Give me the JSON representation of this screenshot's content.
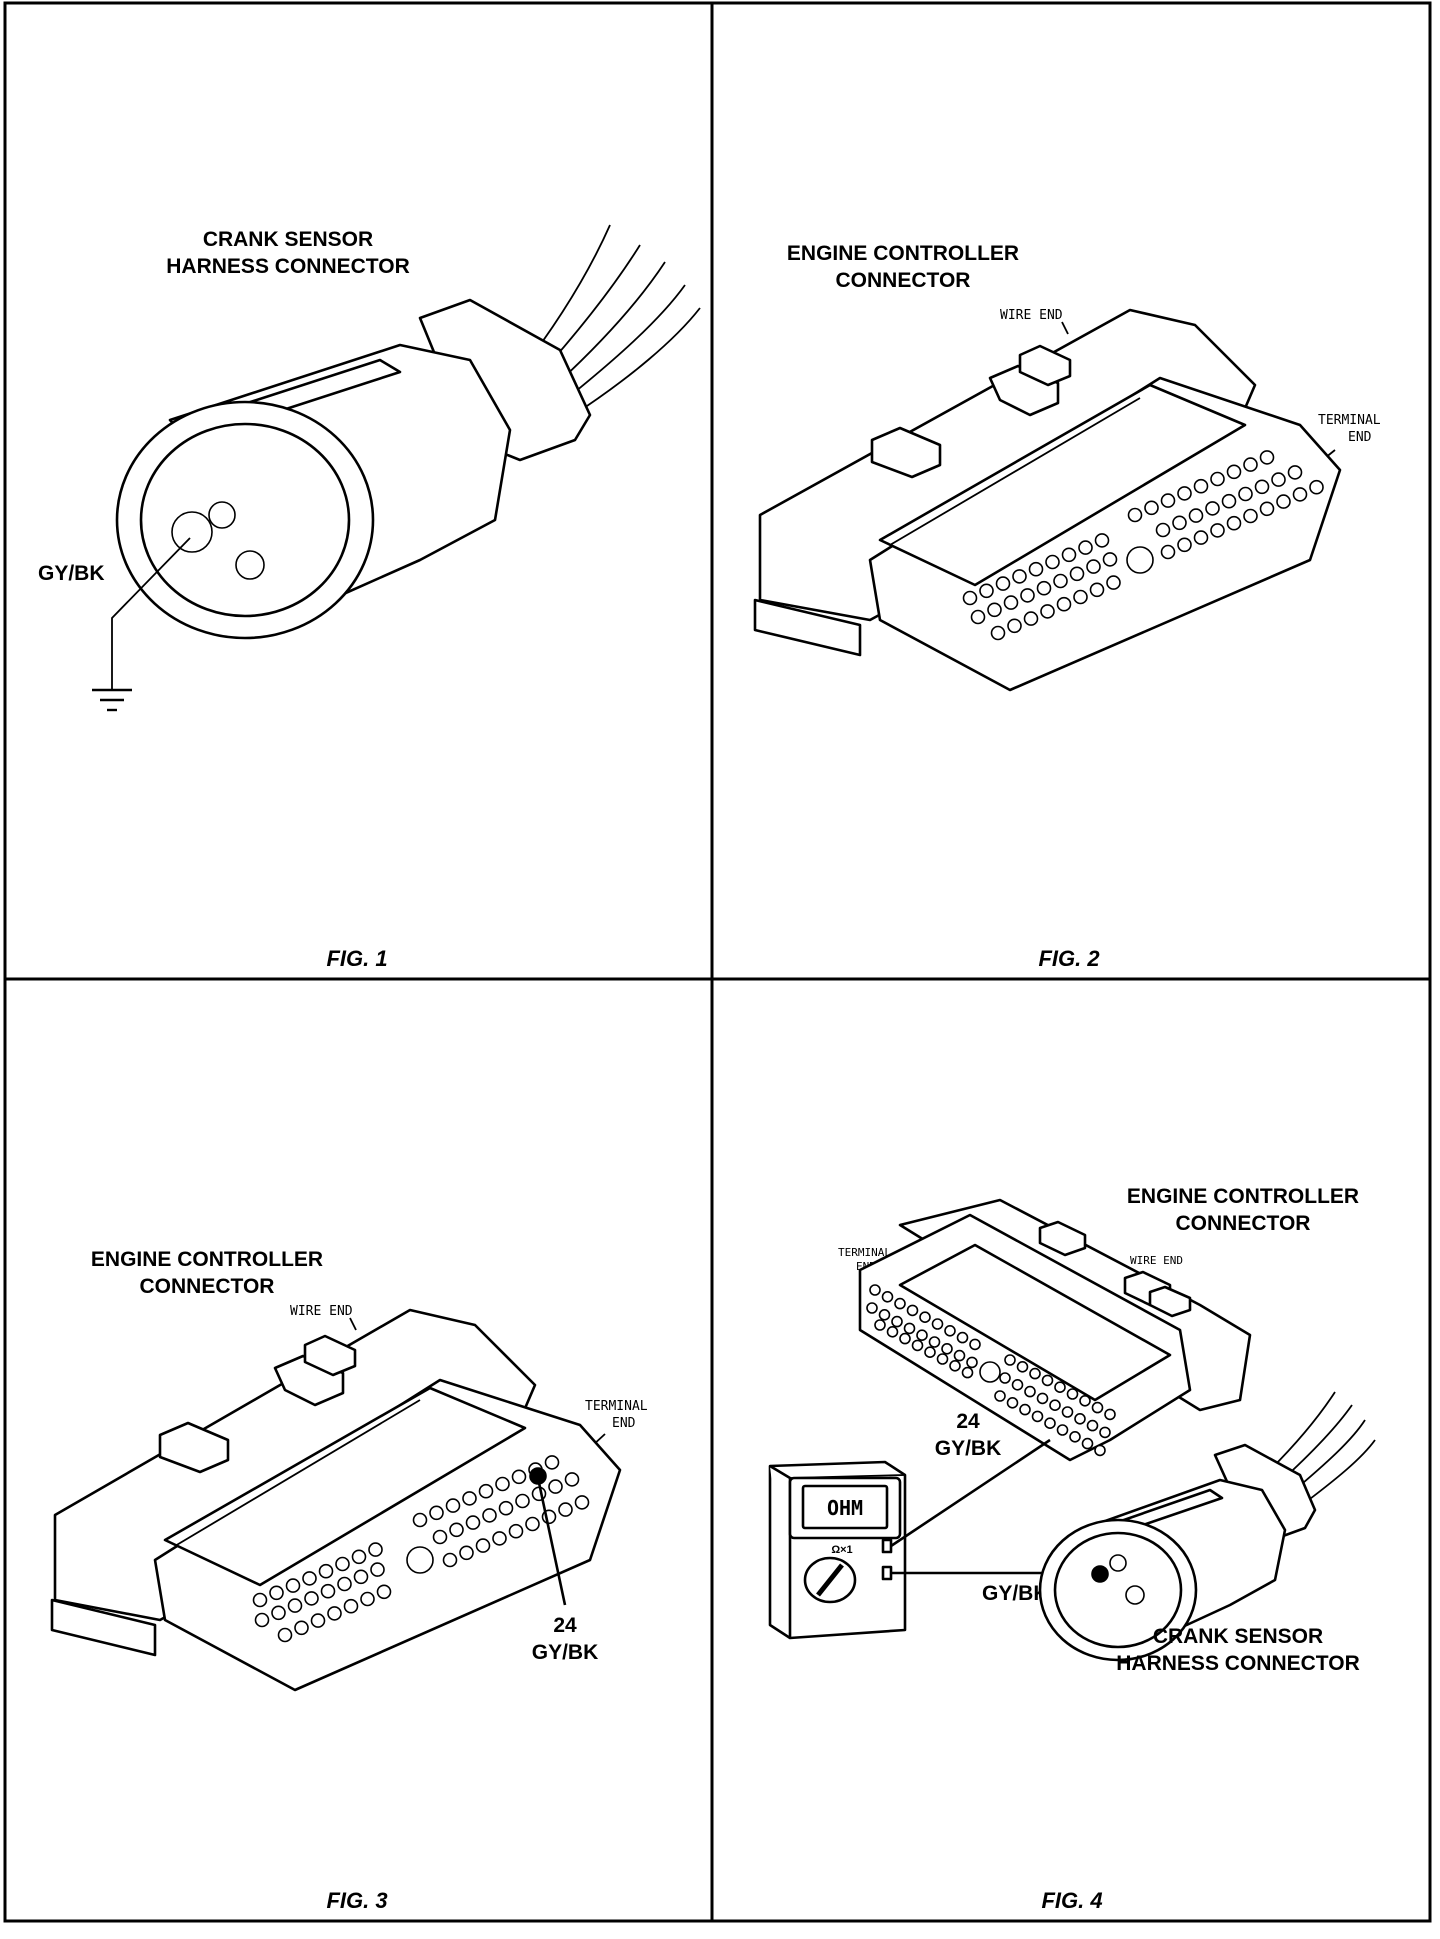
{
  "panels": [
    {
      "fig_label": "FIG. 1",
      "title_lines": [
        "CRANK SENSOR",
        "HARNESS CONNECTOR"
      ],
      "callouts": {
        "wire": "GY/BK"
      }
    },
    {
      "fig_label": "FIG. 2",
      "title_lines": [
        "ENGINE CONTROLLER",
        "CONNECTOR"
      ],
      "callouts": {
        "wire_end": "WIRE END",
        "terminal_lines": [
          "TERMINAL",
          "END"
        ]
      }
    },
    {
      "fig_label": "FIG. 3",
      "title_lines": [
        "ENGINE CONTROLLER",
        "CONNECTOR"
      ],
      "callouts": {
        "wire_end": "WIRE END",
        "terminal_lines": [
          "TERMINAL",
          "END"
        ],
        "pin_lines": [
          "24",
          "GY/BK"
        ]
      }
    },
    {
      "fig_label": "FIG. 4",
      "title_lines": [
        "ENGINE CONTROLLER",
        "CONNECTOR"
      ],
      "callouts": {
        "terminal_lines": [
          "TERMINAL",
          "END"
        ],
        "wire_end": "WIRE END",
        "pin_lines": [
          "24",
          "GY/BK"
        ],
        "sensor_wire": "GY/BK",
        "sensor_title_lines": [
          "CRANK SENSOR",
          "HARNESS CONNECTOR"
        ]
      },
      "meter": {
        "display": "OHM",
        "range": "Ω×1"
      }
    }
  ]
}
